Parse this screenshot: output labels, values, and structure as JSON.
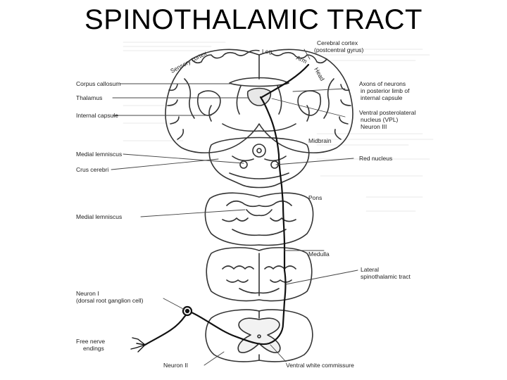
{
  "title": "SPINOTHALAMIC TRACT",
  "labels": {
    "cerebral_cortex": "Cerebral cortex",
    "postcentral_gyrus": "(postcentral gyrus)",
    "sensory_cortex": "Sensory cortex",
    "leg": "Leg",
    "arm": "Arm",
    "head": "Head",
    "corpus_callosum": "Corpus callosum",
    "thalamus": "Thalamus",
    "internal_capsule": "Internal capsule",
    "axons_1": "Axons of neurons",
    "axons_2": "in posterior limb of",
    "axons_3": "internal capsule",
    "vpl_1": "Ventral posterolateral",
    "vpl_2": "nucleus (VPL)",
    "vpl_3": "Neuron III",
    "midbrain": "Midbrain",
    "medial_lemniscus_1": "Medial lemniscus",
    "crus_cerebri": "Crus cerebri",
    "red_nucleus": "Red nucleus",
    "pons": "Pons",
    "medial_lemniscus_2": "Medial lemniscus",
    "medulla": "Medulla",
    "lateral_1": "Lateral",
    "lateral_2": "spinothalamic tract",
    "neuron1_1": "Neuron I",
    "neuron1_2": "(dorsal root ganglion cell)",
    "free_nerve_1": "Free nerve",
    "free_nerve_2": "endings",
    "neuron2": "Neuron II",
    "ventral_white": "Ventral white commissure"
  }
}
